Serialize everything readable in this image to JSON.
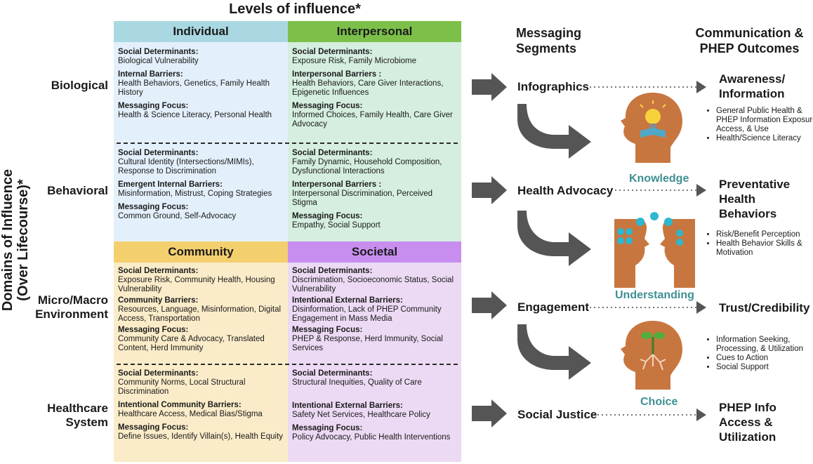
{
  "title_top": "Levels of influence*",
  "title_side": "Domains of Influence (Over Lifecourse)*",
  "rows": [
    "Biological",
    "Behavioral",
    "Micro/Macro Environment",
    "Healthcare System"
  ],
  "headers": {
    "individual": "Individual",
    "interpersonal": "Interpersonal",
    "community": "Community",
    "societal": "Societal"
  },
  "colors": {
    "individual_hdr": "#a9d8e2",
    "individual_bg": "#e3f0fb",
    "interpersonal_hdr": "#7cc04a",
    "interpersonal_bg": "#d5eee0",
    "community_hdr": "#f4cf6e",
    "community_bg": "#fbecc9",
    "societal_hdr": "#c78ef0",
    "societal_bg": "#ecdaf4",
    "arrow": "#555555",
    "teal": "#3f8f93",
    "head": "#c8763f"
  },
  "cells": {
    "ind_bio": [
      {
        "h": "Social Determinants:",
        "b": "Biological Vulnerability"
      },
      {
        "h": "Internal Barriers:",
        "b": "Health Behaviors, Genetics,  Family Health History"
      },
      {
        "h": "Messaging Focus:",
        "b": "Health & Science Literacy, Personal Health"
      }
    ],
    "int_bio": [
      {
        "h": "Social Determinants:",
        "b": "Exposure Risk, Family Microbiome"
      },
      {
        "h": "Interpersonal Barriers :",
        "b": "Health Behaviors, Care Giver Interactions, Epigenetic Influences"
      },
      {
        "h": "Messaging Focus:",
        "b": "Informed Choices, Family Health, Care Giver Advocacy"
      }
    ],
    "ind_beh": [
      {
        "h": "Social Determinants:",
        "b": "Cultural Identity (Intersections/MIMIs), Response to Discrimination"
      },
      {
        "h": "Emergent Internal Barriers:",
        "b": "Misinformation, Mistrust, Coping Strategies"
      },
      {
        "h": "Messaging Focus:",
        "b": "Common Ground, Self-Advocacy"
      }
    ],
    "int_beh": [
      {
        "h": "Social Determinants:",
        "b": "Family Dynamic, Household Composition, Dysfunctional Interactions"
      },
      {
        "h": "Interpersonal Barriers :",
        "b": "Interpersonal Discrimination, Perceived Stigma"
      },
      {
        "h": "Messaging Focus:",
        "b": "Empathy, Social Support"
      }
    ],
    "com_env": [
      {
        "h": "Social Determinants:",
        "b": "Exposure Risk, Community Health, Housing Vulnerability"
      },
      {
        "h": "Community Barriers:",
        "b": "Resources, Language,  Misinformation, Digital Access, Transportation"
      },
      {
        "h": "Messaging Focus:",
        "b": "Community  Care & Advocacy, Translated Content, Herd Immunity"
      }
    ],
    "soc_env": [
      {
        "h": "Social Determinants:",
        "b": "Discrimination, Socioeconomic Status, Social Vulnerability"
      },
      {
        "h": "Intentional External Barriers:",
        "b": "Disinformation, Lack of PHEP Community Engagement in Mass Media"
      },
      {
        "h": "Messaging Focus:",
        "b": "PHEP & Response,  Herd Immunity, Social Services"
      }
    ],
    "com_hc": [
      {
        "h": "Social Determinants:",
        "b": "Community Norms, Local Structural Discrimination"
      },
      {
        "h": "Intentional Community Barriers:",
        "b": "Healthcare Access,  Medical Bias/Stigma"
      },
      {
        "h": "Messaging Focus:",
        "b": "Define Issues, Identify Villain(s), Health Equity"
      }
    ],
    "soc_hc": [
      {
        "h": "Social Determinants:",
        "b": "Structural Inequities, Quality of Care"
      },
      {
        "h": "Intentional External Barriers:",
        "b": "Safety Net Services, Healthcare Policy"
      },
      {
        "h": "Messaging Focus:",
        "b": "Policy Advocacy, Public Health Interventions"
      }
    ]
  },
  "segments_title": "Messaging Segments",
  "segments": [
    "Infographics",
    "Health Advocacy",
    "Engagement",
    "Social Justice"
  ],
  "outcomes_title": "Communication & PHEP Outcomes",
  "outcomes": [
    "Awareness/ Information",
    "Preventative Health Behaviors",
    "Trust/Credibility",
    "PHEP Info Access & Utilization"
  ],
  "head_labels": [
    "Knowledge",
    "Understanding",
    "Choice"
  ],
  "bullets_1": [
    "General Public Health & PHEP Information Exposure, Access, & Use",
    "Health/Science Literacy"
  ],
  "bullets_2": [
    "Risk/Benefit Perception",
    "Health Behavior Skills & Motivation"
  ],
  "bullets_3": [
    "Information Seeking, Processing, & Utilization",
    "Cues to Action",
    "Social Support"
  ],
  "icons": [
    "lightbulb-book-head-icon",
    "two-heads-dialogue-icon",
    "seedling-roots-head-icon"
  ]
}
